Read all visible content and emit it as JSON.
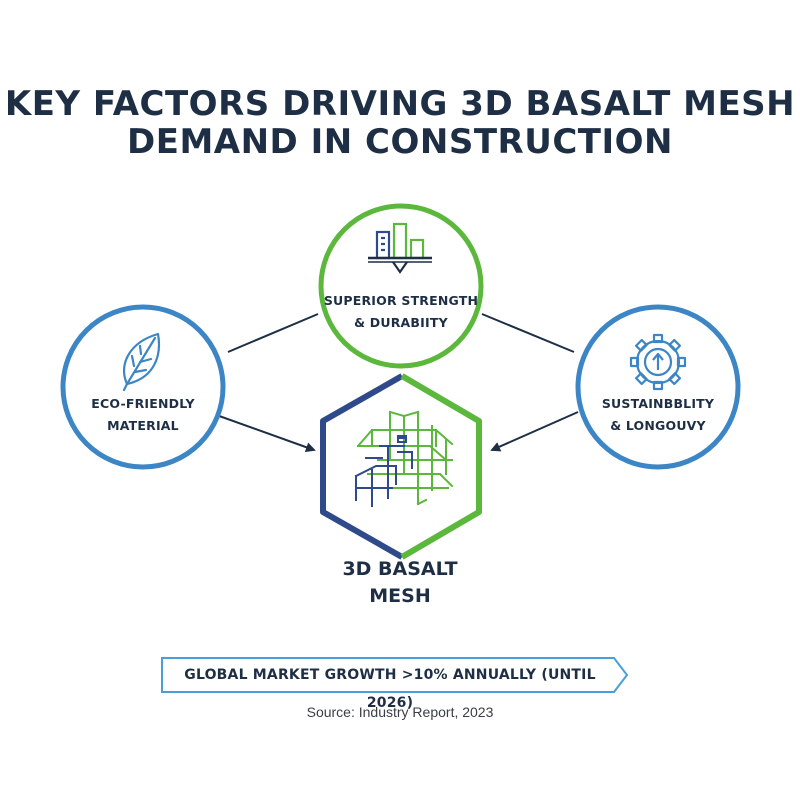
{
  "title": {
    "line1": "KEY FACTORS DRIVING 3D BASALT MESH",
    "line2": "DEMAND IN CONSTRUCTION"
  },
  "nodes": {
    "top": {
      "line1": "SUPERIOR STRENGTH",
      "line2": "& DURABIITY",
      "icon": "bar-chart-icon",
      "color": "#5cb83c"
    },
    "left": {
      "line1": "ECO-FRIENDLY",
      "line2": "MATERIAL",
      "icon": "leaf-icon",
      "color": "#3d86c6"
    },
    "right": {
      "line1": "SUSTAINBBLITY",
      "line2": "& LONGOUVY",
      "icon": "gear-arrow-icon",
      "color": "#3d86c6"
    }
  },
  "center": {
    "line1": "3D BASALT",
    "line2": "MESH",
    "icon": "mesh-grid-icon",
    "color_left": "#2f4a8a",
    "color_right": "#5cb83c"
  },
  "banner": {
    "text": "GLOBAL MARKET GROWTH >10% ANNUALLY (UNTIL 2026)",
    "border_color": "#4a9fd8"
  },
  "source": "Source: Industry Report, 2023"
}
